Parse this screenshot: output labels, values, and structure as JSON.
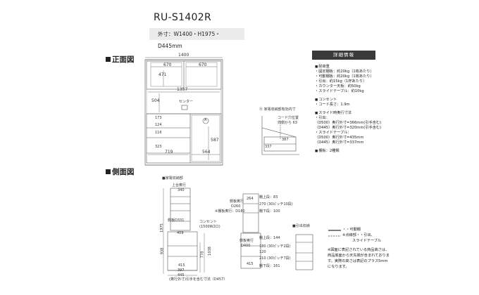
{
  "model": "RU-S1402R",
  "outer_dims": "外寸：W1400・H1975・D445mm",
  "front": {
    "title": "正面図",
    "width": "1400",
    "upper_left": "670",
    "upper_right": "670",
    "upper_height": "471",
    "inner_width": "1357",
    "mid_height": "504",
    "center_label": "センター",
    "d1": "173",
    "d2": "124",
    "d3": "116",
    "d4": "323",
    "lower_left": "719",
    "lower_right": "564",
    "lower_height": "587",
    "marker": "A"
  },
  "detail": {
    "title": "Ⓐ 家電収納部有効内寸",
    "cord_note": "コード穴位置",
    "cord_note2": "外側から 63",
    "value": "387",
    "depth": "337"
  },
  "side": {
    "title": "側面図",
    "appliance_title": "■家電収納部",
    "upper_depth_label": "上台奥行",
    "upper_depth": "340",
    "total_height": "1975",
    "side_d": "側板D331",
    "outlet": "コンセント",
    "outlet_spec": "(1500W2口)",
    "d409": "409",
    "h938": "938",
    "h778": "778",
    "h1038": "1038",
    "d415": "415",
    "d397": "397",
    "d445": "445",
    "footnote": "(奥行外寸)引手を含む寸法（D457）",
    "shelf_h1": "264",
    "shelf_depth_label": "側板奥行",
    "shelf_depth": "D260",
    "shelf_note": "※棚板奥行：D180",
    "top_label": "棚上段：83",
    "pitch1": "270 (30ピッチ10段)",
    "bottom_label": "棚下段：100",
    "lower_depth_label": "側板奥行",
    "lower_depth": "D400",
    "lower_top": "棚上段：144",
    "pitch2": "180 (30ピッチ2段)",
    "v120": "120",
    "pitch3": "210 (30ピッチ7段)",
    "lower_bottom": "棚下段：161",
    "v415": "415",
    "drawer_title": "■引出収納"
  },
  "specs": {
    "header": "詳細情報",
    "groups": [
      {
        "head": "耐荷重",
        "items": [
          "・固定棚板：約20kg（1枚あたり）",
          "・可動棚板：約20kg（1枚あたり）",
          "・引出：約15kg（1杯あたり）",
          "・カウンター天板：約50kg",
          "・スライドテーブル：約10kg"
        ]
      },
      {
        "head": "コンセント",
        "items": [
          "・コード長さ：1.9m"
        ]
      },
      {
        "head": "スライド時奥行寸法",
        "items": [
          "・引出：",
          "（D500）奥行外寸=366mm(引手含む)",
          "（D445）奥行外寸=320mm(引手含む)",
          "・スライドテーブル：",
          "（D500）奥行外寸=435mm",
          "（D445）奥行外寸=337mm"
        ]
      },
      {
        "head": "棚板：2種類",
        "items": []
      }
    ]
  },
  "legend": {
    "movable": "・・可動棚",
    "drawer": "※点線部・・引出、",
    "slide": "スライドテーブル"
  },
  "note": "※図面に表記されている商品高さは、商品底面から天先端が含まれております。実際の高さは表記のプラス5mmになります。"
}
